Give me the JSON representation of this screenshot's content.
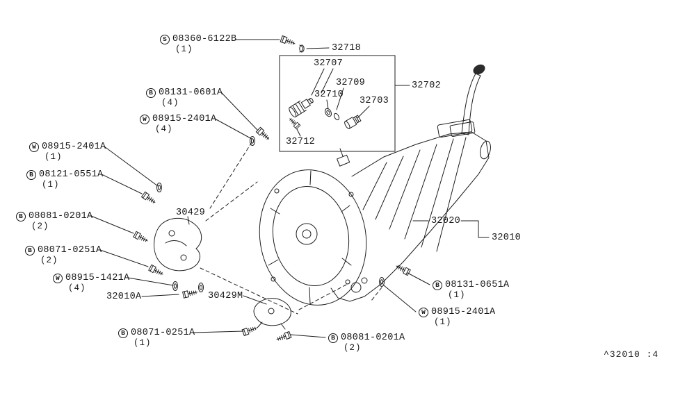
{
  "meta": {
    "watermark": "^32010 :4"
  },
  "labels": [
    {
      "prefix": "S",
      "text": "08360-6122B",
      "qty": "(1)"
    },
    {
      "text": "32718"
    },
    {
      "text": "32707"
    },
    {
      "text": "32709"
    },
    {
      "text": "32710"
    },
    {
      "text": "32703"
    },
    {
      "text": "32702"
    },
    {
      "prefix": "B",
      "text": "08131-0601A",
      "qty": "(4)"
    },
    {
      "prefix": "W",
      "text": "08915-2401A",
      "qty": "(4)"
    },
    {
      "prefix": "W",
      "text": "08915-2401A",
      "qty": "(1)"
    },
    {
      "prefix": "B",
      "text": "08121-0551A",
      "qty": "(1)"
    },
    {
      "prefix": "B",
      "text": "08081-0201A",
      "qty": "(2)"
    },
    {
      "text": "30429"
    },
    {
      "prefix": "B",
      "text": "08071-0251A",
      "qty": "(2)"
    },
    {
      "prefix": "W",
      "text": "08915-1421A",
      "qty": "(4)"
    },
    {
      "text": "32010A"
    },
    {
      "text": "30429M"
    },
    {
      "text": "32712"
    },
    {
      "prefix": "B",
      "text": "08071-0251A",
      "qty": "(1)"
    },
    {
      "prefix": "B",
      "text": "08081-0201A",
      "qty": "(2)"
    },
    {
      "text": "32020"
    },
    {
      "text": "32010"
    },
    {
      "prefix": "B",
      "text": "08131-0651A",
      "qty": "(1)"
    },
    {
      "prefix": "W",
      "text": "08915-2401A",
      "qty": "(1)"
    }
  ]
}
